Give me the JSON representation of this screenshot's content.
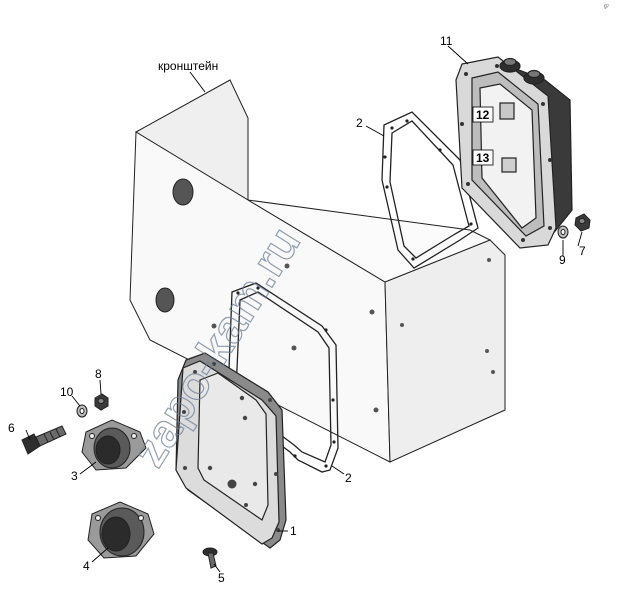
{
  "corner_mark": "ᵍ⁷",
  "bracket_label": "кронштейн",
  "watermark": "zapo-kam.ru",
  "callouts": {
    "n1": "1",
    "n2a": "2",
    "n2b": "2",
    "n3": "3",
    "n4": "4",
    "n5": "5",
    "n6": "6",
    "n7": "7",
    "n8": "8",
    "n9": "9",
    "n10": "10",
    "n11": "11",
    "n12": "12",
    "n13": "13"
  }
}
